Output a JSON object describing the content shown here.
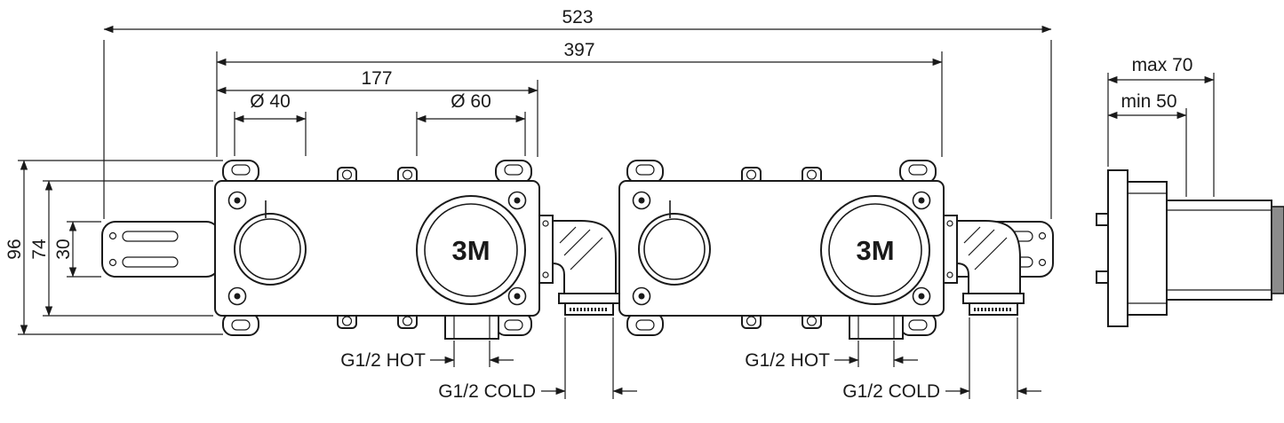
{
  "dims": {
    "overall": "523",
    "bodies_span": "397",
    "unit_width": "177",
    "dia_small": "Ø 40",
    "dia_large": "Ø 60",
    "depth_max": "max  70",
    "depth_min": "min  50",
    "height_outer": "96",
    "height_body": "74",
    "bracket_height": "30"
  },
  "ports": {
    "left_hot": "G1/2 HOT",
    "left_cold": "G1/2 COLD",
    "right_hot": "G1/2 HOT",
    "right_cold": "G1/2 COLD"
  },
  "marks": {
    "brand_left": "3M",
    "brand_right": "3M"
  },
  "colors": {
    "ink": "#1a1a1a",
    "background": "#ffffff"
  }
}
